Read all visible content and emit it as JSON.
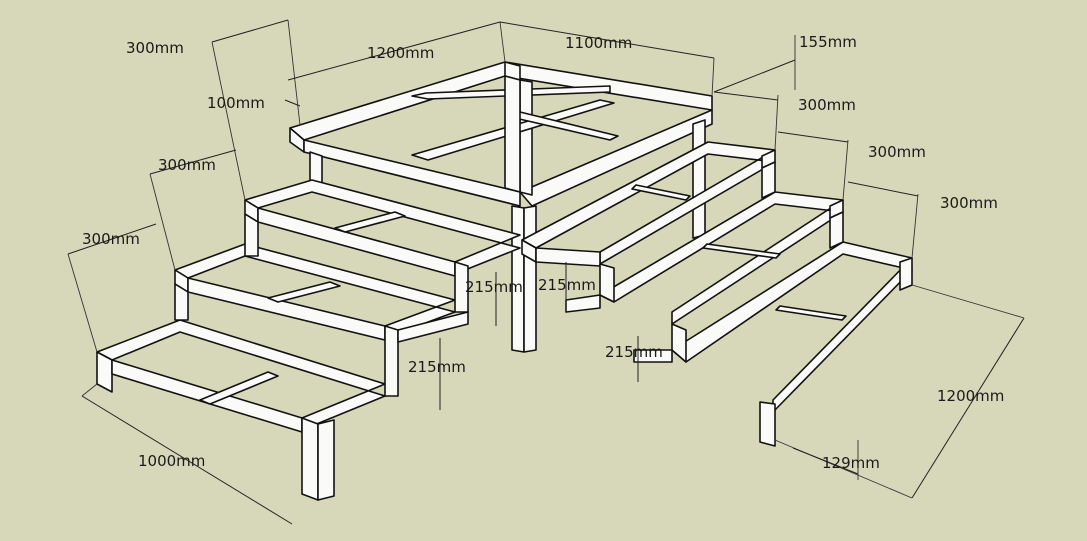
{
  "dimensions": {
    "top_depth": "300mm",
    "top_width": "1200mm",
    "top_length": "1100mm",
    "top_offset": "155mm",
    "rail_thickness": "100mm",
    "left_step1_depth": "300mm",
    "left_step2_depth": "300mm",
    "right_step1_depth": "300mm",
    "right_step2_depth": "300mm",
    "right_step3_depth": "300mm",
    "rise_left_a": "215mm",
    "rise_center_left": "215mm",
    "rise_center_right": "215mm",
    "rise_right": "215mm",
    "left_width": "1000mm",
    "right_width": "1200mm",
    "leg_offset": "129mm"
  }
}
